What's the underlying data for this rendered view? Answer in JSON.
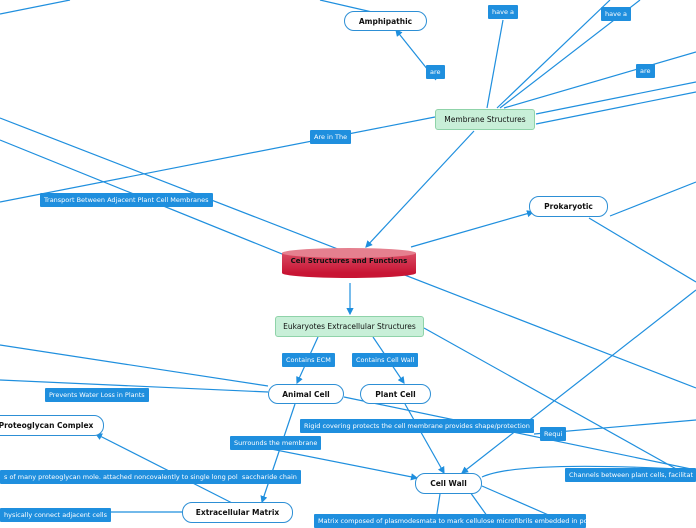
{
  "central": "Cell Structures and Functions",
  "nodes": {
    "amphipathic": "Amphipathic",
    "membrane_structures": "Membrane Structures",
    "prokaryotic": "Prokaryotic",
    "eukaryotes_ecm": "Eukaryotes Extracellular Structures",
    "animal_cell": "Animal Cell",
    "plant_cell": "Plant Cell",
    "proteoglycan_complex": "Proteoglycan Complex",
    "cell_wall": "Cell Wall",
    "extracellular_matrix": "Extracellular Matrix"
  },
  "labels": {
    "have_a_1": "have a",
    "have_a_2": "have a",
    "are_1": "are",
    "are_2": "are",
    "are_in_the": "Are in The",
    "transport": "Transport Between Adjacent Plant Cell Membranes",
    "contains_ecm": "Contains ECM",
    "contains_cell_wall": "Contains Cell Wall",
    "prevents_water_loss": "Prevents Water Loss in Plants",
    "rigid_covering": "Rigid covering protects the cell membrane provides shape/protection",
    "requi": "Requi",
    "surrounds": "Surrounds the membrane",
    "channels": "Channels between plant cells, facilitat",
    "consists_of": "s of many proteoglycan mole. attached noncovalently to single long polys",
    "saccharide_chain": "saccharide chain",
    "physically_connect": "hysically connect adjacent cells",
    "bottom_truncated": "Matrix composed of plasmodesmata to mark cellulose microfibrils embedded in polysac"
  },
  "colors": {
    "edge": "#1f8fde",
    "label_bg": "#1f8fde",
    "node_border": "#2d8fd5",
    "green_fill": "#c8efd8",
    "central_fill": "#c81534"
  }
}
